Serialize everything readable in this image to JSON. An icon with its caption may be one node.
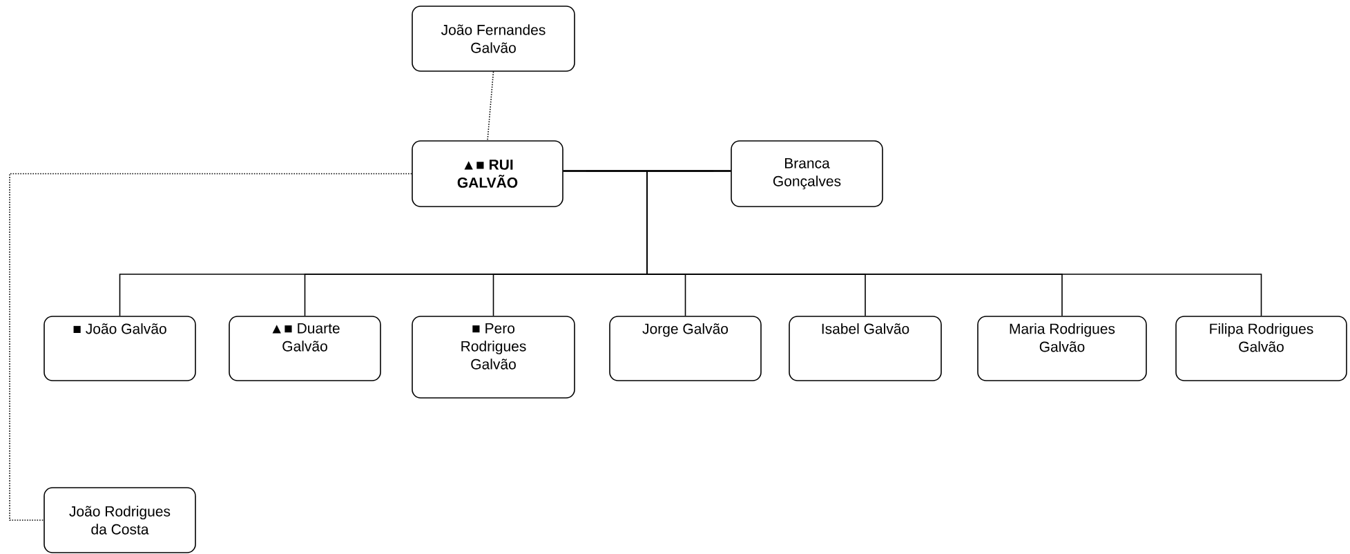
{
  "diagram": {
    "nodes": [
      {
        "text": [
          "João Fernandes Galvão"
        ]
      },
      {
        "text": [
          "▲■ RUI GALVÃO"
        ]
      },
      {
        "text": [
          "Branca Gonçalves"
        ]
      },
      {
        "text": [
          "■ João Galvão"
        ]
      },
      {
        "text": [
          "▲■ Duarte Galvão"
        ]
      },
      {
        "text": [
          "■ Pero Rodrigues Galvão"
        ]
      },
      {
        "text": [
          "Jorge Galvão"
        ]
      },
      {
        "text": [
          "Isabel Galvão"
        ]
      },
      {
        "text": [
          "Maria Rodrigues Galvão"
        ]
      },
      {
        "text": [
          "Filipa Rodrigues Galvão"
        ]
      },
      {
        "text": [
          "João Rodrigues da Costa"
        ]
      }
    ],
    "edges": [
      {
        "from": 0,
        "to": 1,
        "arrow": "none",
        "style": "dashed"
      },
      {
        "from": 1,
        "to": 10,
        "arrow": "none",
        "style": "dashed"
      },
      {
        "from": 1,
        "to": 2,
        "arrow": "none"
      },
      {
        "from": 1,
        "to": 3,
        "arrow": "none"
      },
      {
        "from": 2,
        "to": 3,
        "arrow": "none"
      },
      {
        "from": 1,
        "to": 4,
        "arrow": "none"
      },
      {
        "from": 2,
        "to": 4,
        "arrow": "none"
      },
      {
        "from": 1,
        "to": 5,
        "arrow": "none"
      },
      {
        "from": 2,
        "to": 5,
        "arrow": "none"
      },
      {
        "from": 1,
        "to": 6,
        "arrow": "none"
      },
      {
        "from": 2,
        "to": 6,
        "arrow": "none"
      },
      {
        "from": 1,
        "to": 7,
        "arrow": "none"
      },
      {
        "from": 2,
        "to": 7,
        "arrow": "none"
      },
      {
        "from": 1,
        "to": 8,
        "arrow": "none"
      },
      {
        "from": 2,
        "to": 8,
        "arrow": "none"
      },
      {
        "from": 1,
        "to": 9,
        "arrow": "none"
      },
      {
        "from": 2,
        "to": 9,
        "arrow": "none"
      }
    ]
  }
}
